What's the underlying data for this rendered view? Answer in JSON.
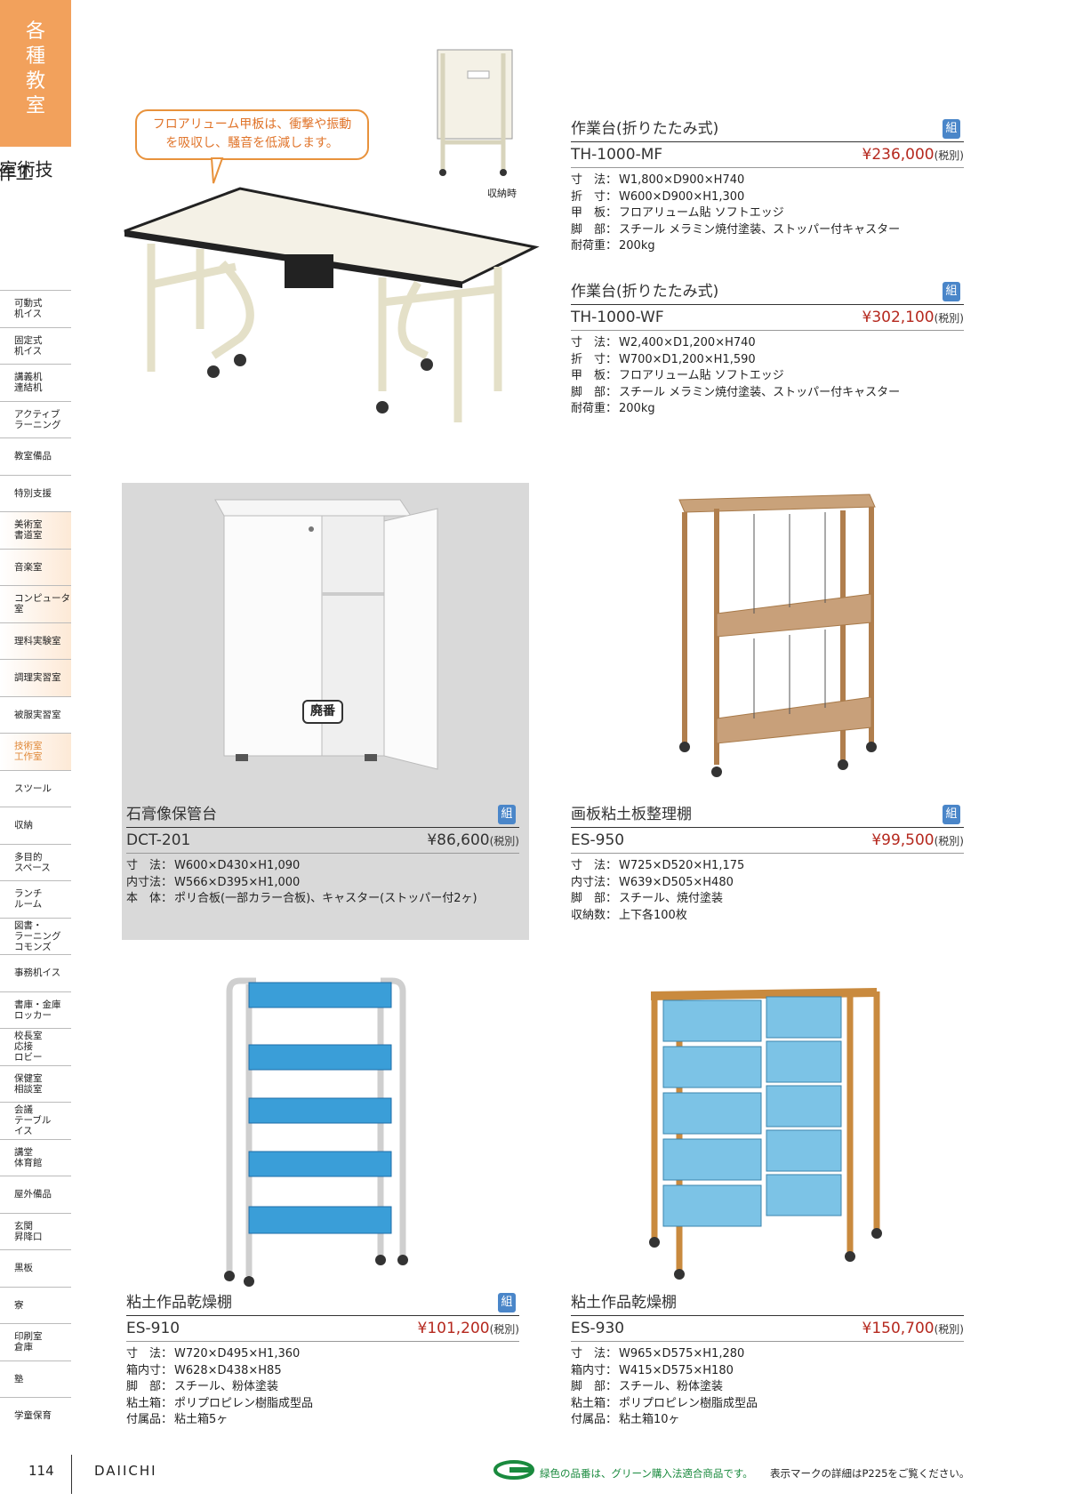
{
  "sidebar": {
    "category": [
      "各",
      "種",
      "教",
      "室"
    ],
    "subtitle_col1": "工作室",
    "subtitle_col2": "技術室",
    "nav": [
      "可動式\n机イス",
      "固定式\n机イス",
      "講義机\n連結机",
      "アクティブ\nラーニング",
      "教室備品",
      "特別支援",
      "美術室\n書道室",
      "音楽室",
      "コンピュータ室",
      "理科実験室",
      "調理実習室",
      "被服実習室",
      "技術室\n工作室",
      "スツール",
      "収納",
      "多目的\nスペース",
      "ランチ\nルーム",
      "図書・\nラーニング\nコモンズ",
      "事務机イス",
      "書庫・金庫\nロッカー",
      "校長室\n応接\nロビー",
      "保健室\n相談室",
      "会議\nテーブル\nイス",
      "講堂\n体育館",
      "屋外備品",
      "玄関\n昇降口",
      "黒板",
      "寮",
      "印刷室\n倉庫",
      "塾",
      "学童保育"
    ],
    "active_index": 12
  },
  "callout": "フロアリューム甲板は、衝撃や振動\nを吸収し、騒音を低減します。",
  "folded_label": "収納時",
  "hinge_label": "廃番",
  "badge_label": "組",
  "tax_label": "(税別)",
  "products": [
    {
      "name": "作業台(折りたたみ式)",
      "code": "TH-1000-MF",
      "price": "¥236,000",
      "badge": true,
      "specs": [
        {
          "label": "寸　法：",
          "value": "W1,800×D900×H740"
        },
        {
          "label": "折　寸：",
          "value": "W600×D900×H1,300"
        },
        {
          "label": "甲　板：",
          "value": "フロアリューム貼 ソフトエッジ"
        },
        {
          "label": "脚　部：",
          "value": "スチール メラミン焼付塗装、ストッパー付キャスター"
        },
        {
          "label": "耐荷重：",
          "value": "200kg"
        }
      ]
    },
    {
      "name": "作業台(折りたたみ式)",
      "code": "TH-1000-WF",
      "price": "¥302,100",
      "badge": true,
      "specs": [
        {
          "label": "寸　法：",
          "value": "W2,400×D1,200×H740"
        },
        {
          "label": "折　寸：",
          "value": "W700×D1,200×H1,590"
        },
        {
          "label": "甲　板：",
          "value": "フロアリューム貼 ソフトエッジ"
        },
        {
          "label": "脚　部：",
          "value": "スチール メラミン焼付塗装、ストッパー付キャスター"
        },
        {
          "label": "耐荷重：",
          "value": "200kg"
        }
      ]
    },
    {
      "name": "石膏像保管台",
      "code": "DCT-201",
      "price": "¥86,600",
      "badge": true,
      "specs": [
        {
          "label": "寸　法：",
          "value": "W600×D430×H1,090"
        },
        {
          "label": "内寸法：",
          "value": "W566×D395×H1,000"
        },
        {
          "label": "本　体：",
          "value": "ポリ合板(一部カラー合板)、キャスター(ストッパー付2ヶ)"
        }
      ]
    },
    {
      "name": "画板粘土板整理棚",
      "code": "ES-950",
      "price": "¥99,500",
      "badge": true,
      "specs": [
        {
          "label": "寸　法：",
          "value": "W725×D520×H1,175"
        },
        {
          "label": "内寸法：",
          "value": "W639×D505×H480"
        },
        {
          "label": "脚　部：",
          "value": "スチール、焼付塗装"
        },
        {
          "label": "収納数：",
          "value": "上下各100枚"
        }
      ]
    },
    {
      "name": "粘土作品乾燥棚",
      "code": "ES-910",
      "price": "¥101,200",
      "badge": true,
      "specs": [
        {
          "label": "寸　法：",
          "value": "W720×D495×H1,360"
        },
        {
          "label": "箱内寸：",
          "value": "W628×D438×H85"
        },
        {
          "label": "脚　部：",
          "value": "スチール、粉体塗装"
        },
        {
          "label": "粘土箱：",
          "value": "ポリプロピレン樹脂成型品"
        },
        {
          "label": "付属品：",
          "value": "粘土箱5ヶ"
        }
      ]
    },
    {
      "name": "粘土作品乾燥棚",
      "code": "ES-930",
      "price": "¥150,700",
      "badge": false,
      "specs": [
        {
          "label": "寸　法：",
          "value": "W965×D575×H1,280"
        },
        {
          "label": "箱内寸：",
          "value": "W415×D575×H180"
        },
        {
          "label": "脚　部：",
          "value": "スチール、粉体塗装"
        },
        {
          "label": "粘土箱：",
          "value": "ポリプロピレン樹脂成型品"
        },
        {
          "label": "付属品：",
          "value": "粘土箱10ヶ"
        }
      ]
    }
  ],
  "footer": {
    "page": "114",
    "brand": "DAIICHI",
    "green_note": "緑色の品番は、グリーン購入法適合商品です。",
    "mark_note": "表示マークの詳細はP225をご覧ください。"
  },
  "colors": {
    "accent": "#f2a15c",
    "price_red": "#b5281e",
    "badge_blue": "#4a86c9",
    "green": "#1a8a3e"
  }
}
